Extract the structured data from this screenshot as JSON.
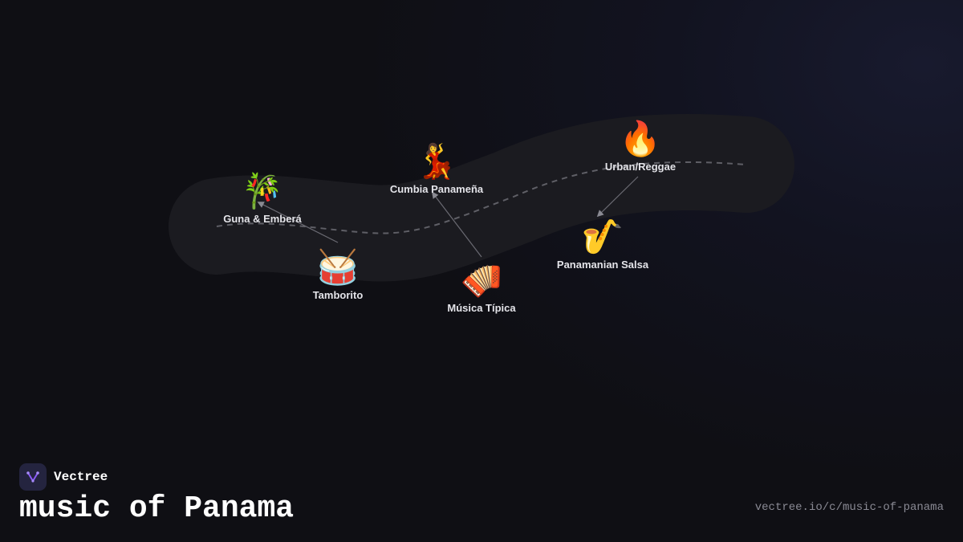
{
  "brand": {
    "name": "Vectree",
    "logo_icon": "vectree-logo-icon",
    "accent": "#8b5cf6"
  },
  "title": "music of Panama",
  "url": "vectree.io/c/music-of-panama",
  "diagram": {
    "nodes": [
      {
        "id": "guna",
        "emoji": "🎋",
        "icon": "tanabata-tree-icon",
        "label": "Guna & Emberá"
      },
      {
        "id": "tamborito",
        "emoji": "🥁",
        "icon": "drum-icon",
        "label": "Tamborito"
      },
      {
        "id": "cumbia",
        "emoji": "💃",
        "icon": "dancer-icon",
        "label": "Cumbia Panameña"
      },
      {
        "id": "tipica",
        "emoji": "🪗",
        "icon": "accordion-icon",
        "label": "Música Típica"
      },
      {
        "id": "salsa",
        "emoji": "🎷",
        "icon": "saxophone-icon",
        "label": "Panamanian Salsa"
      },
      {
        "id": "urban",
        "emoji": "🔥",
        "icon": "fire-icon",
        "label": "Urban/Reggae"
      }
    ],
    "edges": [
      {
        "from": "tamborito",
        "to": "guna",
        "arrow": true
      },
      {
        "from": "tipica",
        "to": "cumbia",
        "arrow": true
      },
      {
        "from": "urban",
        "to": "salsa",
        "arrow": true
      }
    ]
  },
  "colors": {
    "band": "#1b1b20",
    "timeline": "#5f5f66",
    "connector": "#6a6a72"
  }
}
